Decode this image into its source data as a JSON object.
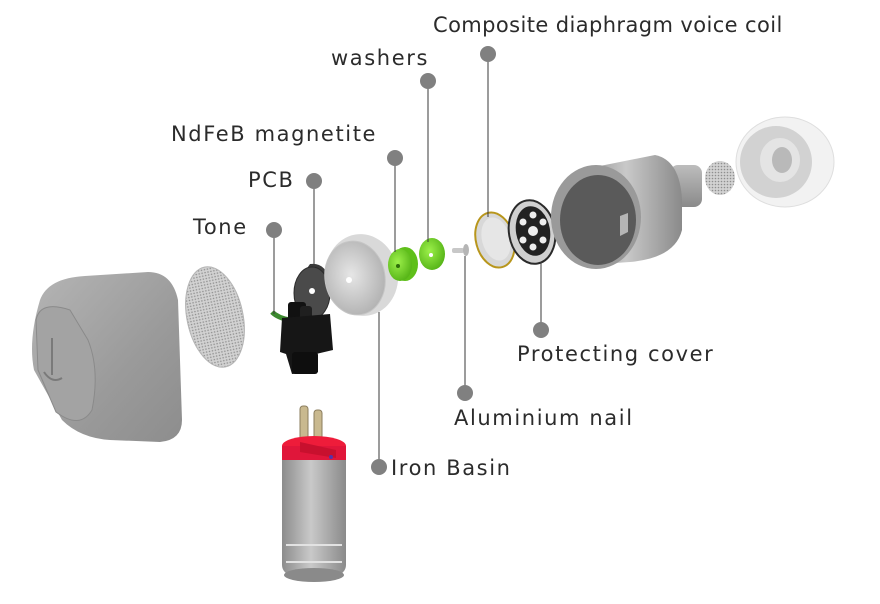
{
  "title": "In-ear monitor exploded view",
  "colors": {
    "label_text": "#2b2b2b",
    "callout_dot": "#808080",
    "callout_line": "#3a3a3a",
    "metal": "#a9a9a9",
    "washer_green": "#7ed321",
    "pcb_black": "#1a1a1a",
    "connector_red": "#ee1c3a",
    "eartip_white": "#e8e8e8"
  },
  "callouts": [
    {
      "id": "composite-diaphragm",
      "label": "Composite diaphragm voice coil"
    },
    {
      "id": "washers",
      "label": "washers"
    },
    {
      "id": "ndfeb-magnetite",
      "label": "NdFeB magnetite"
    },
    {
      "id": "pcb",
      "label": "PCB"
    },
    {
      "id": "tone",
      "label": "Tone"
    },
    {
      "id": "protecting-cover",
      "label": "Protecting cover"
    },
    {
      "id": "aluminium-nail",
      "label": "Aluminium nail"
    },
    {
      "id": "iron-basin",
      "label": "Iron Basin"
    }
  ],
  "components": [
    "shell-cap",
    "mesh-filter-large",
    "tone-wire",
    "pcb-board",
    "pcb-connector-block",
    "mmcx-2pin-connector",
    "iron-basin",
    "magnet",
    "washer",
    "aluminium-nail",
    "diaphragm",
    "protecting-cover",
    "nozzle-housing",
    "mesh-filter-small",
    "ear-tip"
  ]
}
